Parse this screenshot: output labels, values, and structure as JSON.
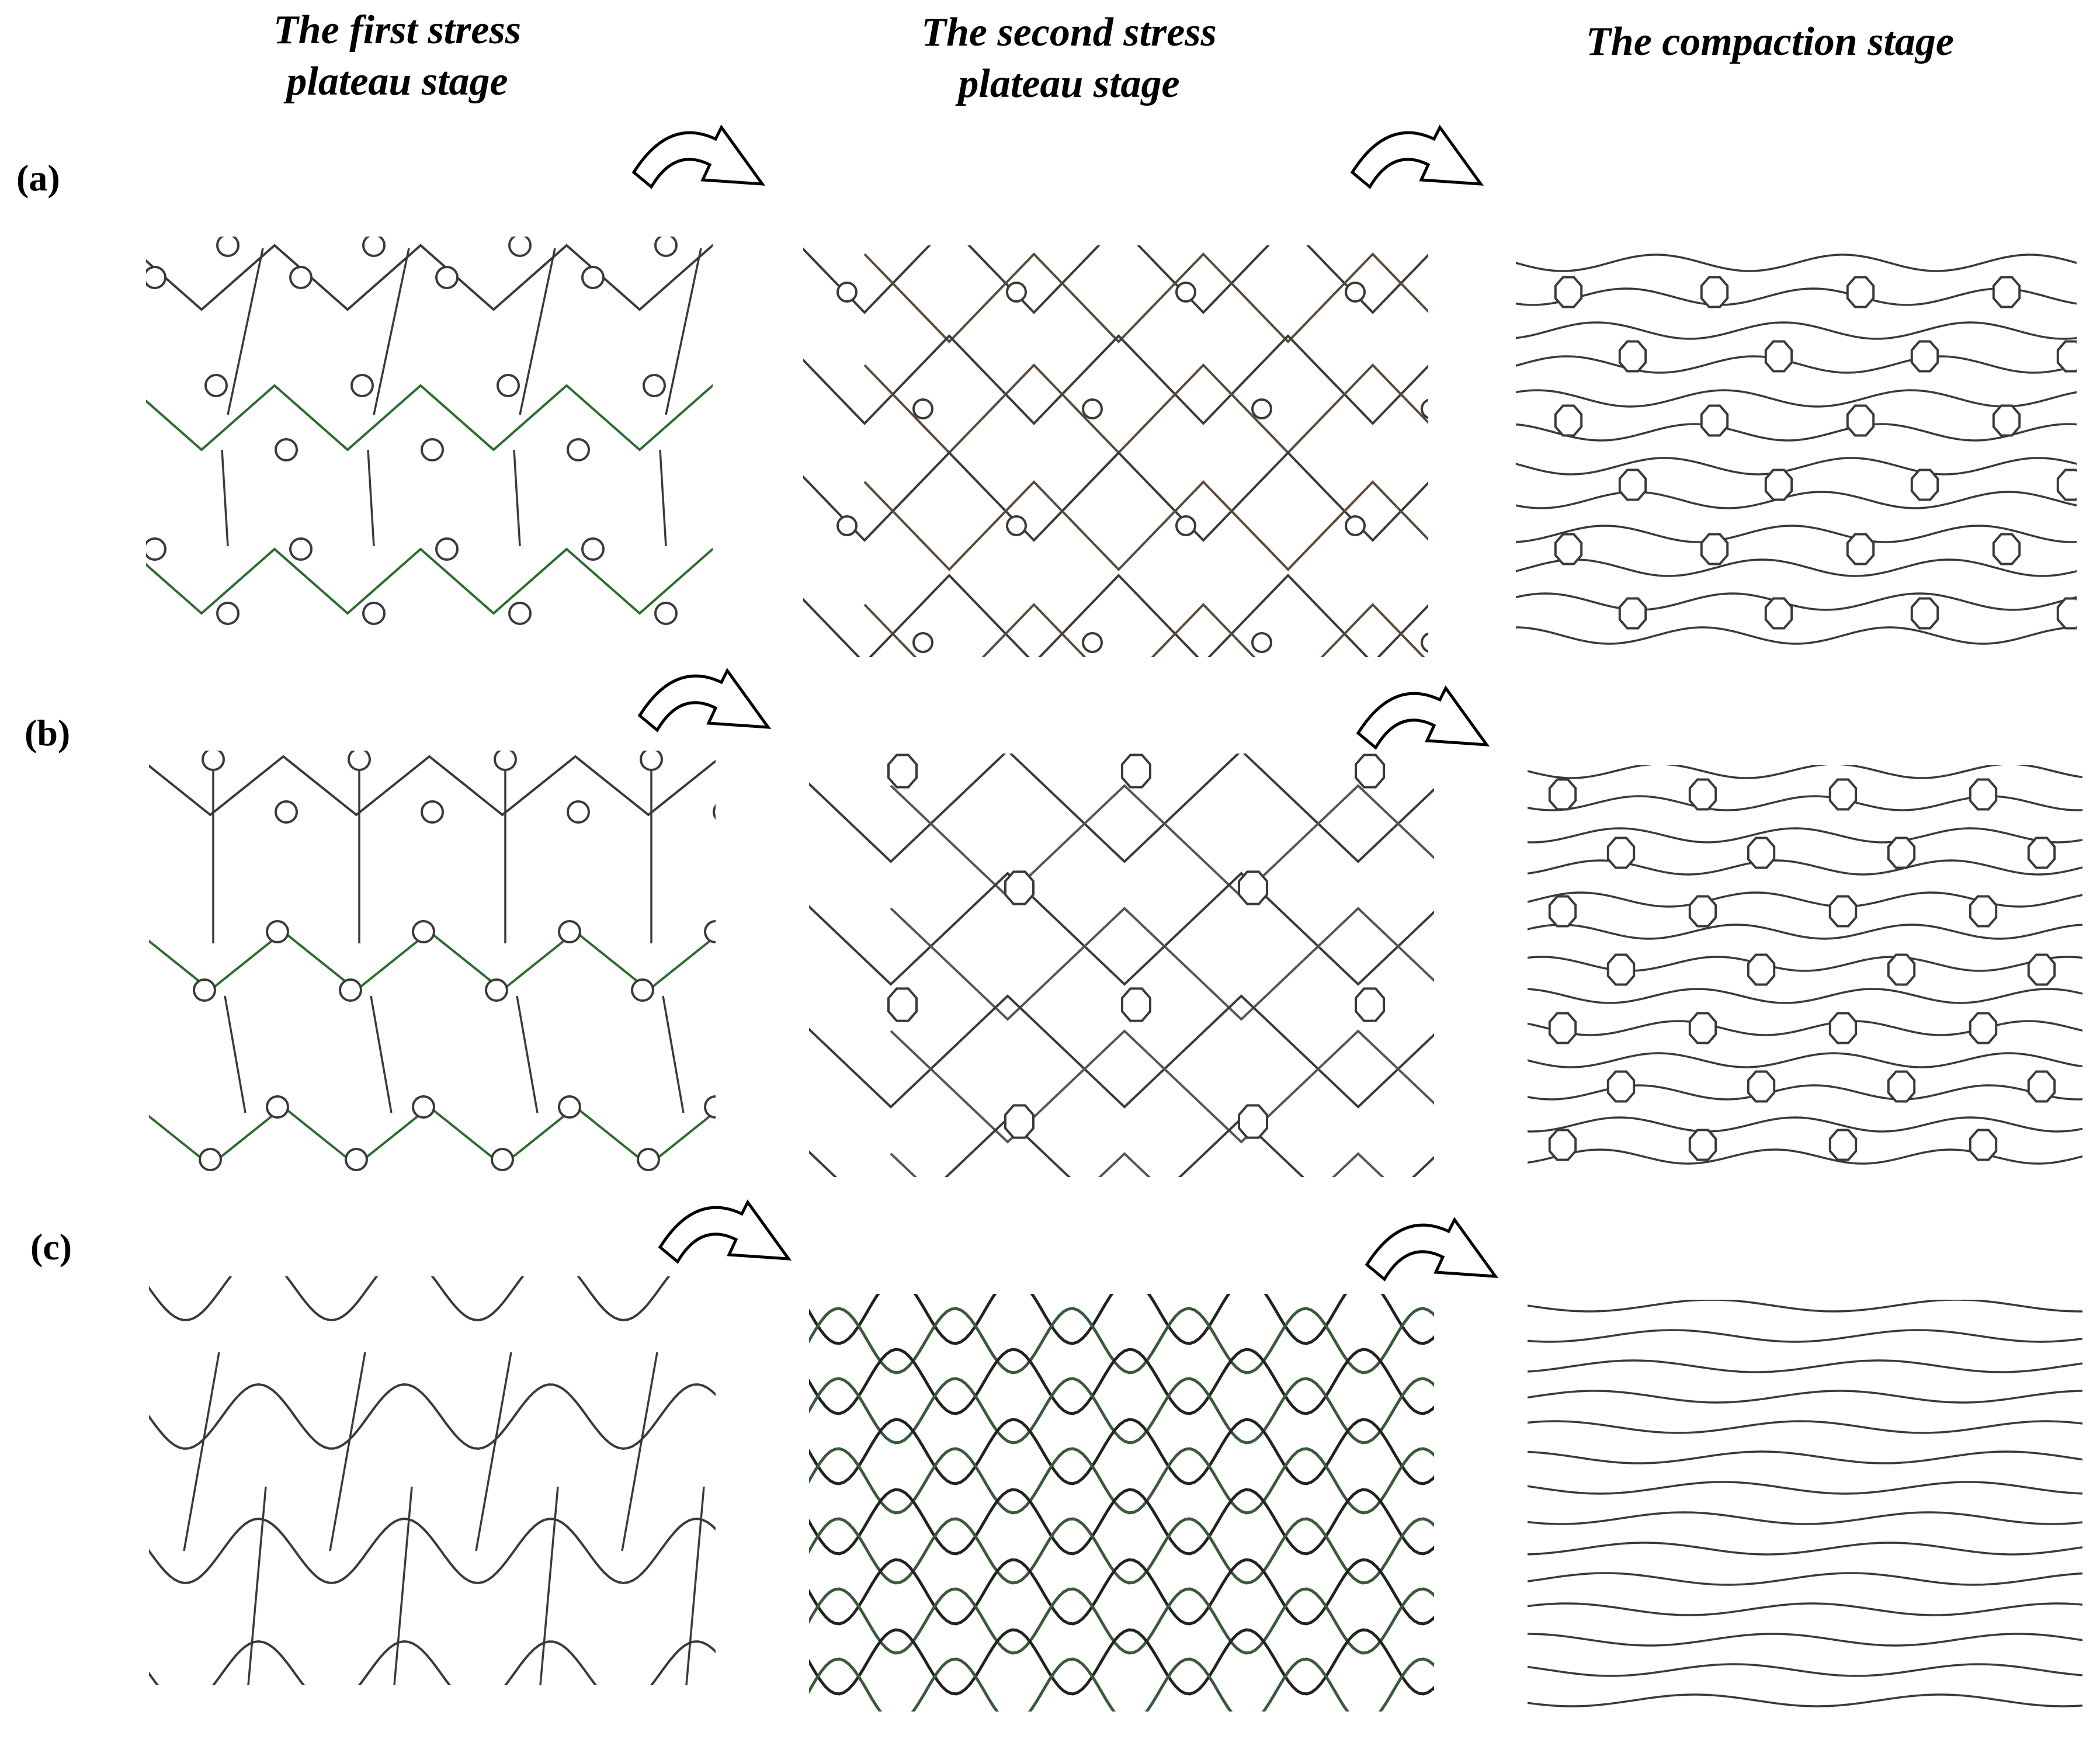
{
  "stages": [
    {
      "title_line1": "The first stress",
      "title_line2": "plateau stage"
    },
    {
      "title_line1": "The second stress",
      "title_line2": "plateau stage"
    },
    {
      "title_line1": "The compaction stage",
      "title_line2": ""
    }
  ],
  "rows": [
    {
      "label": "(a)"
    },
    {
      "label": "(b)"
    },
    {
      "label": "(c)"
    }
  ],
  "transition_icon": "curved-arrow-right-icon",
  "colors": {
    "line": "#3a3a3a",
    "accent_green": "#2f6b2f",
    "background": "#ffffff"
  }
}
